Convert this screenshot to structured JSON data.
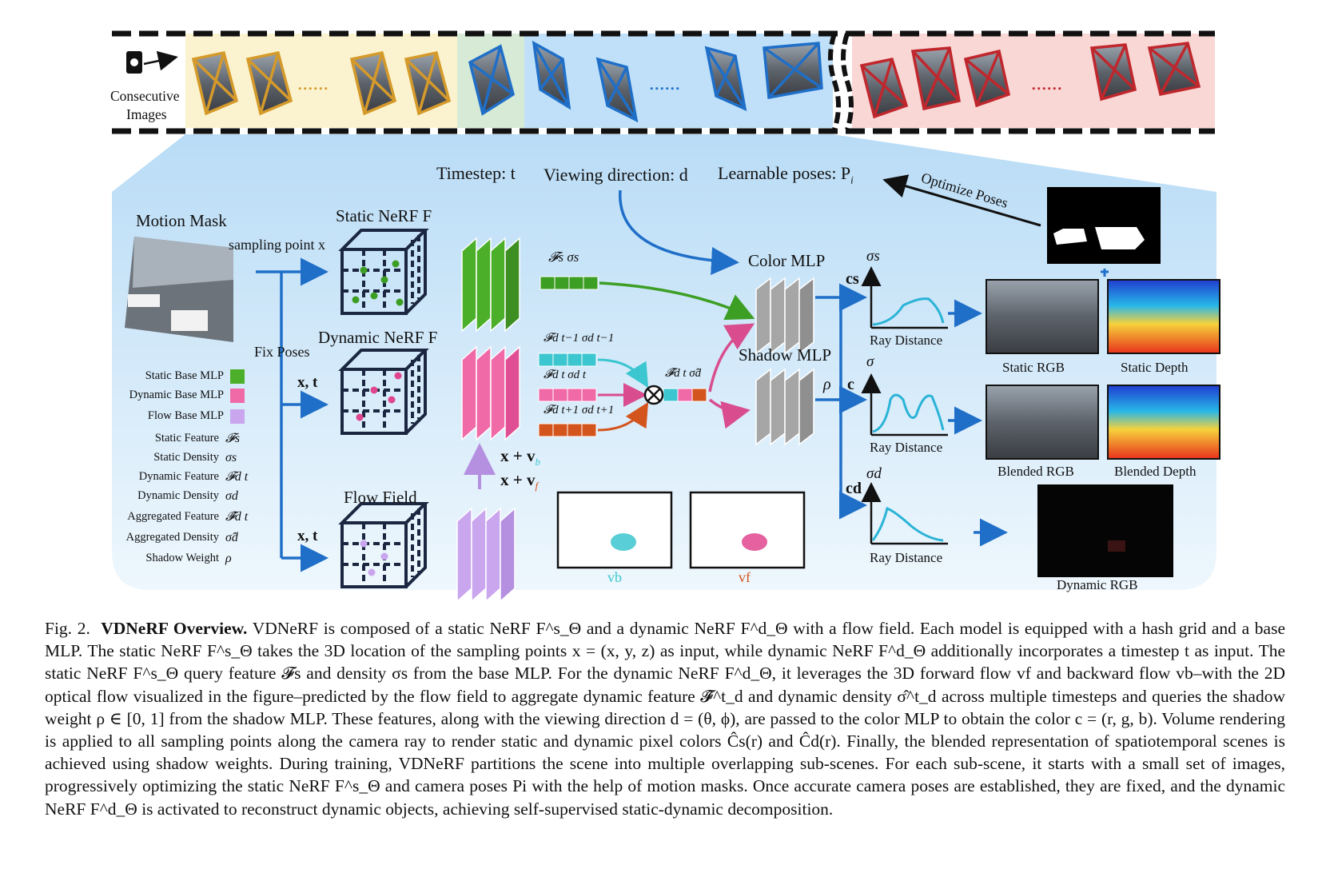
{
  "figure": {
    "top_strip": {
      "camera_label_line1": "Consecutive",
      "camera_label_line2": "Images",
      "dots": "......"
    },
    "labels": {
      "timestep": "Timestep: t",
      "viewing_direction": "Viewing direction: d",
      "learnable_poses": "Learnable poses: P",
      "learnable_poses_sub": "i",
      "optimize_poses": "Optimize Poses",
      "motion_mask": "Motion Mask",
      "sampling_point": "sampling point x",
      "fix_poses": "Fix Poses",
      "static_nerf": "Static NeRF F",
      "dynamic_nerf": "Dynamic NeRF F",
      "flow_field": "Flow Field",
      "xt_1": "x, t",
      "xt_2": "x, t",
      "x_plus_vb": "x + v",
      "x_plus_vf": "x + v",
      "color_mlp": "Color MLP",
      "shadow_mlp": "Shadow MLP",
      "rho": "ρ",
      "sigma_s": "σs",
      "sigma": "σ",
      "sigma_d": "σd",
      "cs": "cs",
      "c": "c",
      "cd": "cd",
      "ray_distance_1": "Ray Distance",
      "ray_distance_2": "Ray Distance",
      "ray_distance_3": "Ray Distance",
      "static_rgb": "Static RGB",
      "static_depth": "Static Depth",
      "blended_rgb": "Blended RGB",
      "blended_depth": "Blended Depth",
      "dynamic_rgb": "Dynamic RGB",
      "vb": "vb",
      "vf": "vf",
      "feat_s": "𝓕s  σs",
      "feat_d_prev": "𝓕d t−1 σd t−1",
      "feat_d_cur": "𝓕d t  σd t",
      "feat_d_next": "𝓕d t+1 σd t+1",
      "feat_agg": "𝓕̂d t  σ̂d",
      "otimes": "⊗",
      "plus": "+"
    },
    "legend": [
      {
        "name": "Static Base MLP",
        "color": "#4caf2a"
      },
      {
        "name": "Dynamic Base MLP",
        "color": "#f06aa8"
      },
      {
        "name": "Flow Base MLP",
        "color": "#c9a6ee"
      },
      {
        "name": "Static Feature",
        "symbol": "𝓕s"
      },
      {
        "name": "Static Density",
        "symbol": "σs"
      },
      {
        "name": "Dynamic Feature",
        "symbol": "𝓕d t"
      },
      {
        "name": "Dynamic Density",
        "symbol": "σd"
      },
      {
        "name": "Aggregated Feature",
        "symbol": "𝓕̂d t"
      },
      {
        "name": "Aggregated Density",
        "symbol": "σ̂d"
      },
      {
        "name": "Shadow Weight",
        "symbol": "ρ"
      }
    ],
    "colors": {
      "yellow_region": "#fbf3cf",
      "blue_region": "#bfe0f8",
      "red_region": "#f8d7d5",
      "green_region": "#d6ead6",
      "panel_bg": "#cfe8fa",
      "arrow_blue": "#1f6fc8",
      "green": "#3d9e24",
      "pink": "#e0458f",
      "teal": "#3cc6cf",
      "orange": "#d4541e",
      "lavender": "#b58fe0"
    }
  },
  "caption": {
    "fig_label": "Fig. 2.",
    "title": "VDNeRF Overview.",
    "text": "VDNeRF is composed of a static NeRF F^s_Θ and a dynamic NeRF F^d_Θ with a flow field. Each model is equipped with a hash grid and a base MLP. The static NeRF F^s_Θ takes the 3D location of the sampling points x = (x, y, z) as input, while dynamic NeRF F^d_Θ additionally incorporates a timestep t as input. The static NeRF F^s_Θ query feature 𝓕s and density σs from the base MLP. For the dynamic NeRF F^d_Θ, it leverages the 3D forward flow vf and backward flow vb–with the 2D optical flow visualized in the figure–predicted by the flow field to aggregate dynamic feature 𝓕̂^t_d and dynamic density σ̂^t_d across multiple timesteps and queries the shadow weight ρ ∈ [0, 1] from the shadow MLP. These features, along with the viewing direction d = (θ, ϕ), are passed to the color MLP to obtain the color c = (r, g, b). Volume rendering is applied to all sampling points along the camera ray to render static and dynamic pixel colors Ĉs(r) and Ĉd(r). Finally, the blended representation of spatiotemporal scenes is achieved using shadow weights. During training, VDNeRF partitions the scene into multiple overlapping sub-scenes. For each sub-scene, it starts with a small set of images, progressively optimizing the static NeRF F^s_Θ and camera poses Pi with the help of motion masks. Once accurate camera poses are established, they are fixed, and the dynamic NeRF F^d_Θ is activated to reconstruct dynamic objects, achieving self-supervised static-dynamic decomposition."
  }
}
